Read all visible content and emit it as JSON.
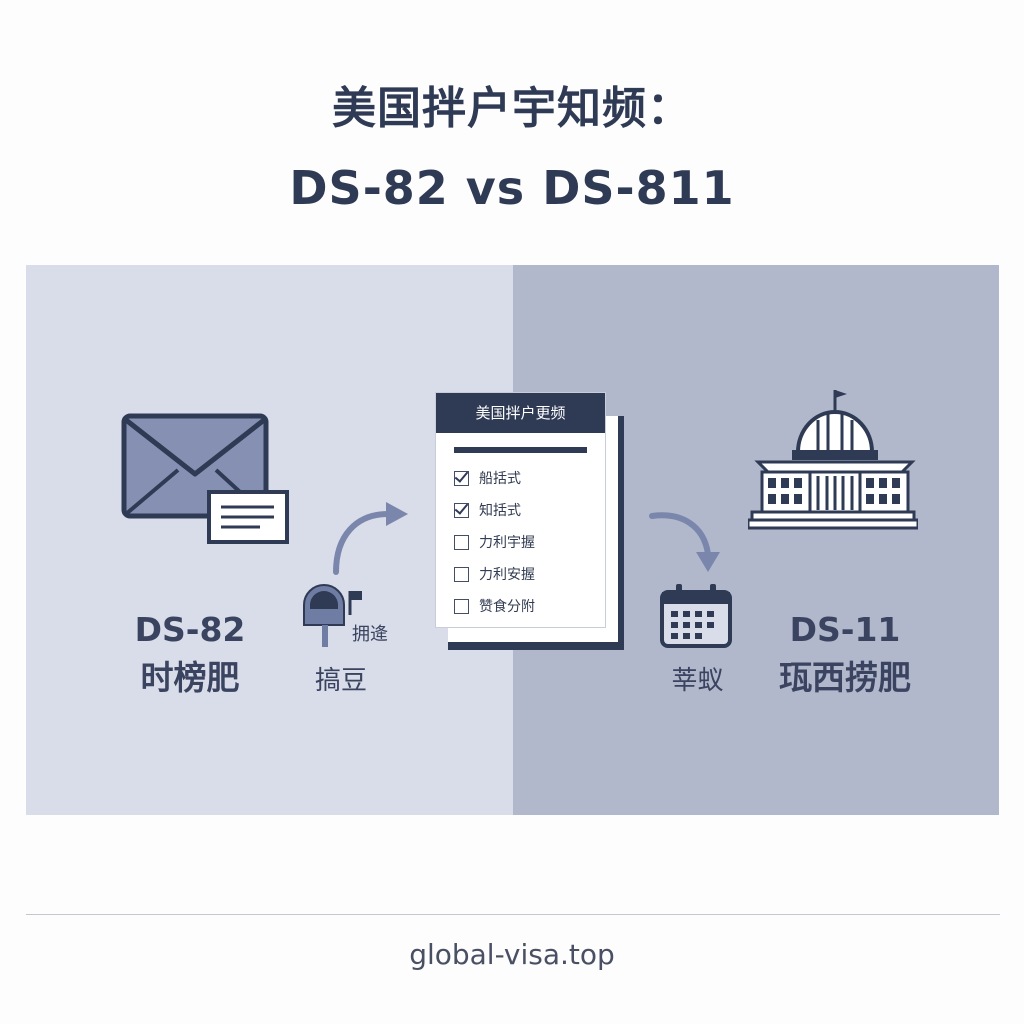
{
  "title": {
    "line1": "美国拌户宇知频：",
    "line2": "DS-82 vs DS-811"
  },
  "left": {
    "form_code": "DS-82",
    "form_desc": "时榜肥",
    "mailbox_tag": "拥逄",
    "mailbox_label": "搞豆"
  },
  "center": {
    "doc_title": "美国拌户更频",
    "items": [
      {
        "label": "船括式",
        "checked": true
      },
      {
        "label": "知括式",
        "checked": true
      },
      {
        "label": "力利宇握",
        "checked": false
      },
      {
        "label": "力利安握",
        "checked": false
      },
      {
        "label": "赞食分附",
        "checked": false
      }
    ]
  },
  "right": {
    "calendar_label": "莘蚁",
    "form_code": "DS-11",
    "form_desc": "珁西捞肥"
  },
  "footer": {
    "site": "global-visa.top"
  },
  "colors": {
    "panel_left": "#d9dde9",
    "panel_right": "#b1b8cc",
    "navy": "#2f3a55",
    "accent": "#6f7ca3"
  }
}
